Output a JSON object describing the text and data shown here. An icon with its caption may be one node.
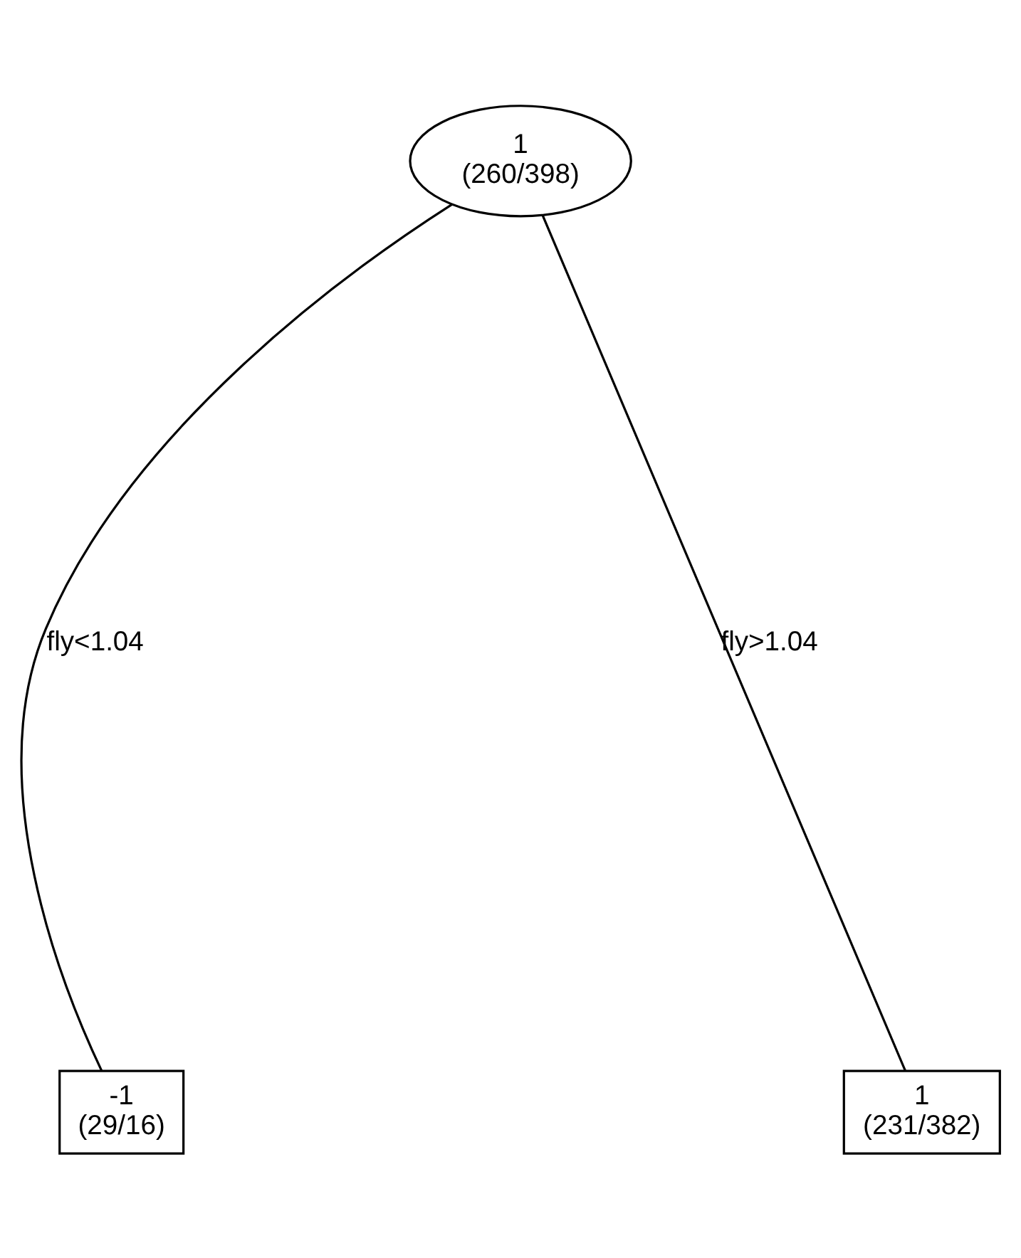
{
  "diagram": {
    "nodes": [
      {
        "text": [
          "1",
          "(260/398)"
        ]
      },
      {
        "text": [
          "-1",
          "(29/16)"
        ]
      },
      {
        "text": [
          "1",
          "(231/382)"
        ]
      }
    ],
    "edges": [
      {
        "from": 0,
        "to": 1,
        "arrow": "none",
        "label": "fly<1.04"
      },
      {
        "from": 0,
        "to": 2,
        "arrow": "none",
        "label": "fly>1.04"
      }
    ]
  }
}
